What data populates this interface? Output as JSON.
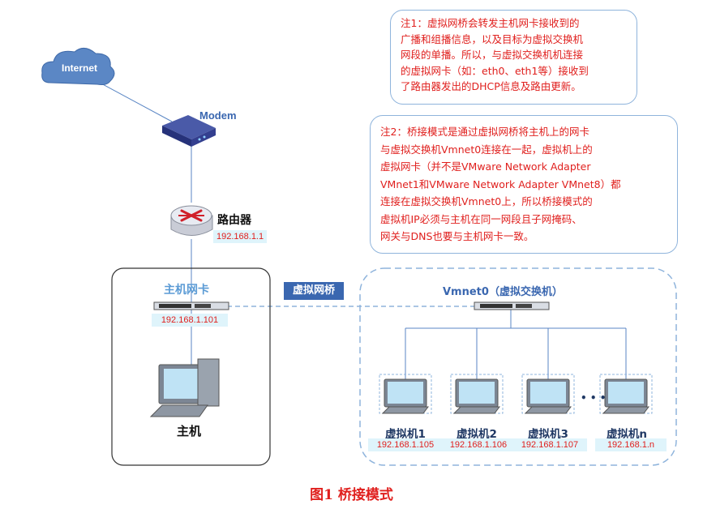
{
  "internet_label": "Internet",
  "modem_label": "Modem",
  "router": {
    "label": "路由器",
    "ip": "192.168.1.1"
  },
  "host_nic": {
    "label": "主机网卡",
    "ip": "192.168.1.101"
  },
  "host_label": "主机",
  "bridge_label": "虚拟网桥",
  "vswitch_label": "Vmnet0（虚拟交换机）",
  "vms": [
    {
      "name": "虚拟机1",
      "ip": "192.168.1.105"
    },
    {
      "name": "虚拟机2",
      "ip": "192.168.1.106"
    },
    {
      "name": "虚拟机3",
      "ip": "192.168.1.107"
    },
    {
      "name": "虚拟机n",
      "ip": "192.168.1.n"
    }
  ],
  "ellipsis": "• • •",
  "note1": {
    "lines": [
      "注1：虚拟网桥会转发主机网卡接收到的",
      "广播和组播信息，以及目标为虚拟交换机",
      "网段的单播。所以，与虚拟交换机机连接",
      "的虚拟网卡（如：eth0、eth1等）接收到",
      "了路由器发出的DHCP信息及路由更新。"
    ]
  },
  "note2": {
    "lines": [
      "注2：桥接模式是通过虚拟网桥将主机上的网卡",
      "与虚拟交换机Vmnet0连接在一起，虚拟机上的",
      "虚拟网卡（并不是VMware Network Adapter",
      "VMnet1和VMware Network Adapter VMnet8）都",
      "连接在虚拟交换机Vmnet0上，所以桥接模式的",
      "虚拟机IP必须与主机在同一网段且子网掩码、",
      "网关与DNS也要与主机网卡一致。"
    ]
  },
  "caption": "图1  桥接模式",
  "colors": {
    "accent": "#3a67b0",
    "note_text": "#e0201e",
    "ip_bg": "#dff4fb",
    "dashed": "#8fb4dc"
  }
}
